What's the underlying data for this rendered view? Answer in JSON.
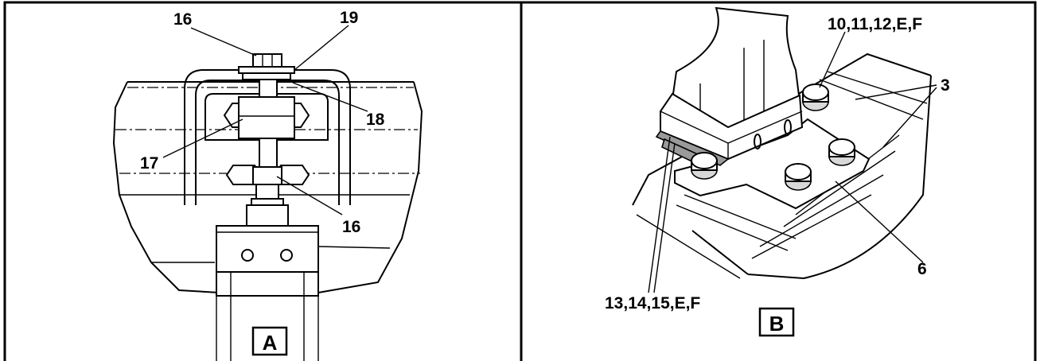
{
  "panel_a": {
    "caption": "A",
    "callouts": {
      "bolt_top": "16",
      "strap": "19",
      "washer": "18",
      "nut_block": "17",
      "bolt_bottom": "16"
    }
  },
  "panel_b": {
    "caption": "B",
    "callouts": {
      "bolts_top": "10,11,12,E,F",
      "rails": "3",
      "plate": "6",
      "bolts_bottom": "13,14,15,E,F"
    }
  }
}
